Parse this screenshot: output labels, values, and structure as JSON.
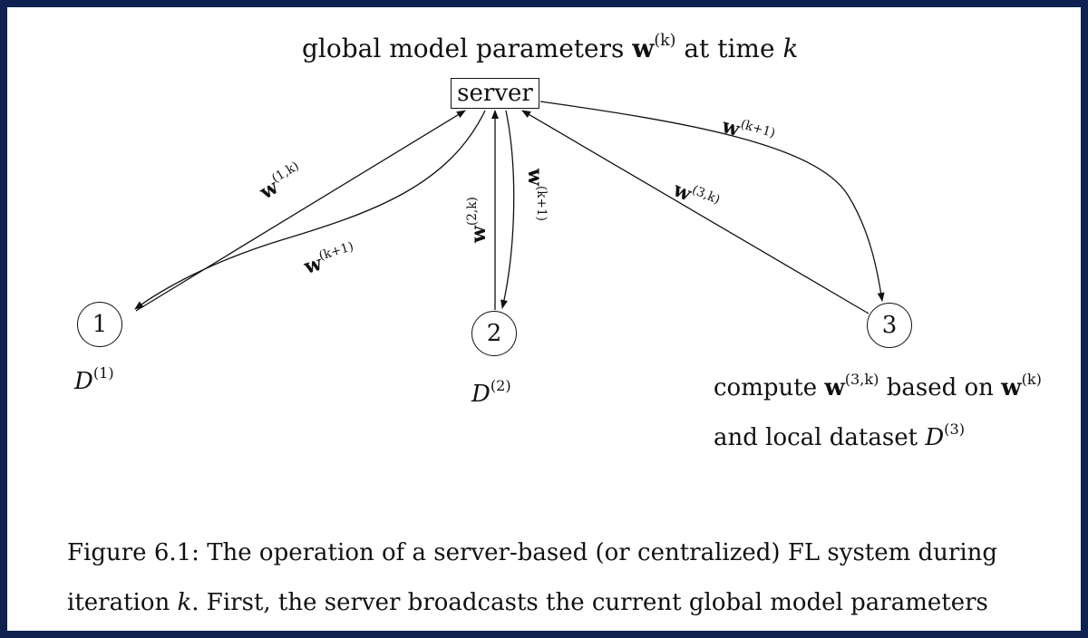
{
  "title": {
    "prefix": "global model parameters ",
    "symbol": "w",
    "superscript": "(k)",
    "suffix": " at time ",
    "time_var": "k"
  },
  "server": {
    "label": "server"
  },
  "clients": [
    {
      "id": "1",
      "dataset_symbol": "D",
      "dataset_superscript": "(1)"
    },
    {
      "id": "2",
      "dataset_symbol": "D",
      "dataset_superscript": "(2)"
    },
    {
      "id": "3",
      "dataset_symbol": "D",
      "dataset_superscript": "(3)"
    }
  ],
  "edges": [
    {
      "symbol": "w",
      "superscript": "(1,k)"
    },
    {
      "symbol": "w",
      "superscript": "(k+1)"
    },
    {
      "symbol": "w",
      "superscript": "(2,k)"
    },
    {
      "symbol": "w",
      "superscript": "(k+1)"
    },
    {
      "symbol": "w",
      "superscript": "(3,k)"
    },
    {
      "symbol": "w",
      "superscript": "(k+1)"
    }
  ],
  "annotation": {
    "line1_a": "compute ",
    "line1_sym": "w",
    "line1_sup": "(3,k)",
    "line1_b": " based on ",
    "line1_sym2": "w",
    "line1_sup2": "(k)",
    "line2_a": "and local dataset ",
    "line2_sym": "D",
    "line2_sup": "(3)"
  },
  "caption": {
    "line1": "Figure 6.1:   The operation of a server-based (or centralized) FL system during",
    "line2_a": "iteration ",
    "line2_var": "k",
    "line2_b": ". First, the server broadcasts the current global model parameters"
  }
}
